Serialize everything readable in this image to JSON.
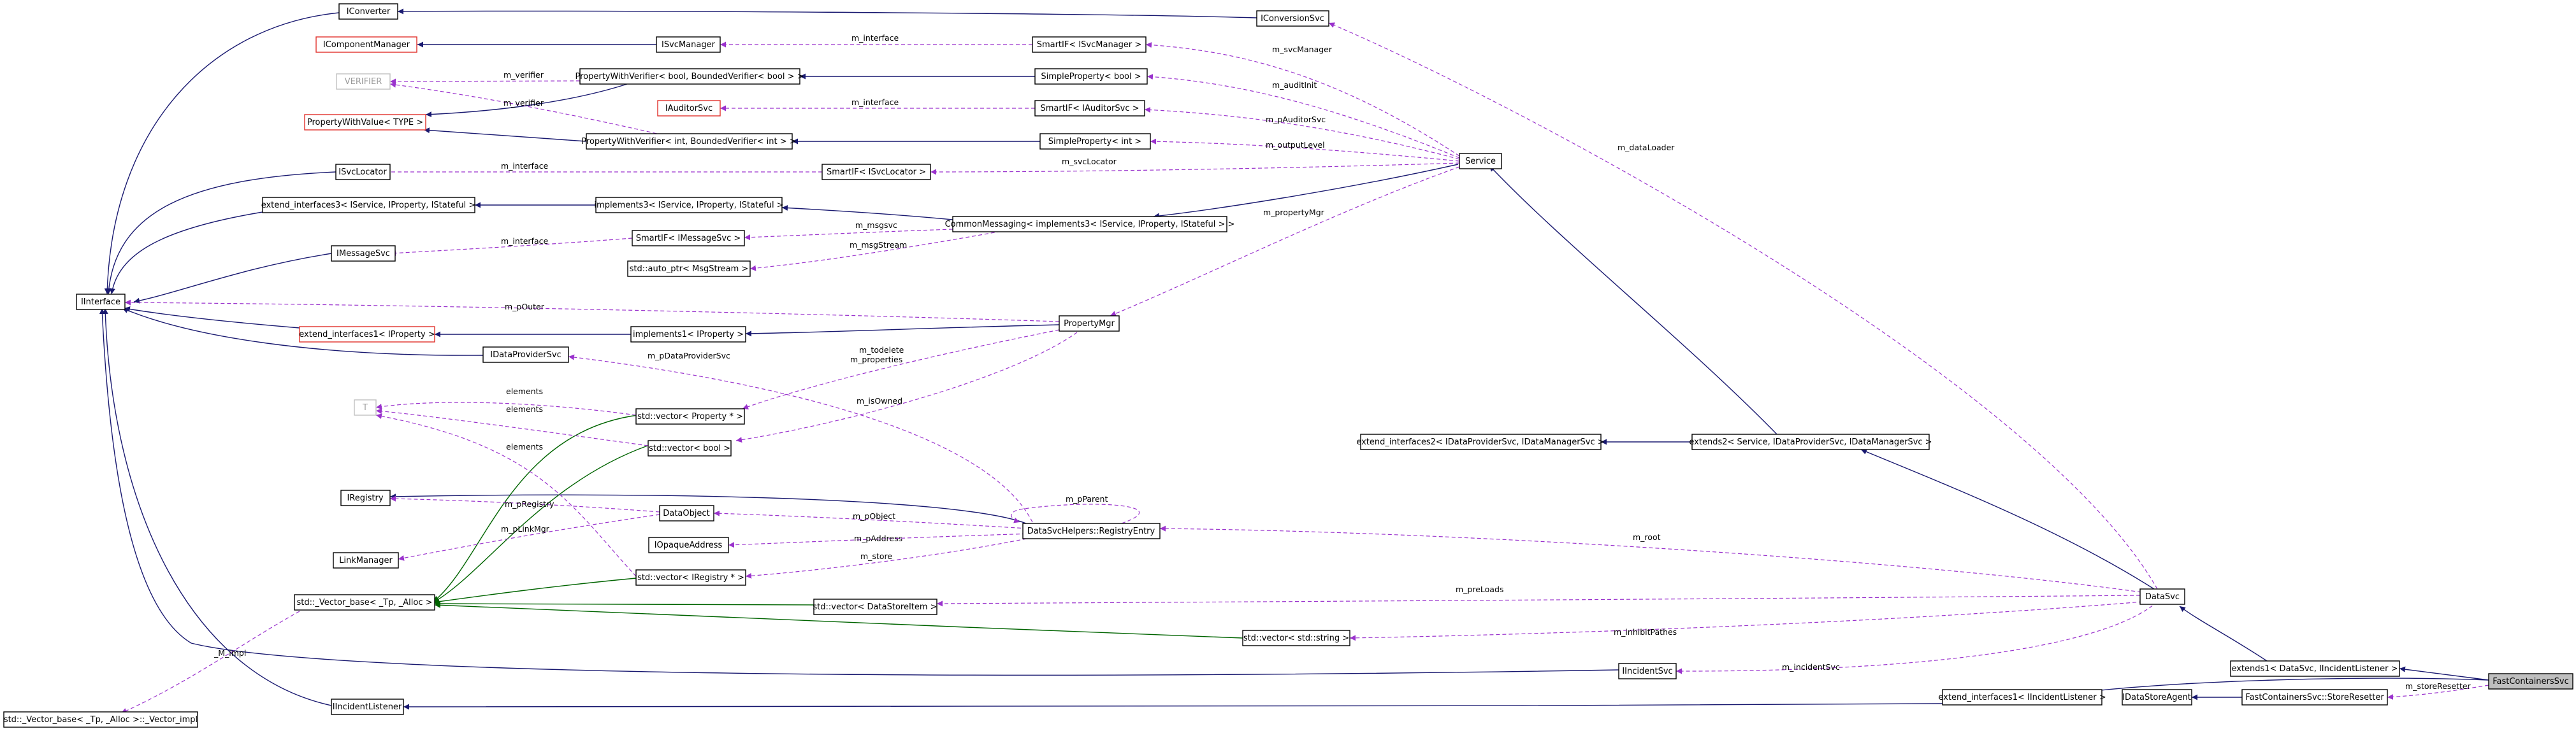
{
  "nodes": {
    "IConverter": "IConverter",
    "IConversionSvc": "IConversionSvc",
    "IComponentManager": "IComponentManager",
    "ISvcManager": "ISvcManager",
    "SmartIF_ISvcManager": "SmartIF< ISvcManager >",
    "VERIFIER": "VERIFIER",
    "PWV_bool": "PropertyWithVerifier< bool, BoundedVerifier< bool > >",
    "SimpleProperty_bool": "SimpleProperty< bool >",
    "PropertyWithValue_TYPE": "PropertyWithValue< TYPE >",
    "IAuditorSvc": "IAuditorSvc",
    "SmartIF_IAuditorSvc": "SmartIF< IAuditorSvc >",
    "PWV_int": "PropertyWithVerifier< int, BoundedVerifier< int > >",
    "SimpleProperty_int": "SimpleProperty< int >",
    "Service": "Service",
    "ISvcLocator": "ISvcLocator",
    "SmartIF_ISvcLocator": "SmartIF< ISvcLocator >",
    "extend_interfaces3": "extend_interfaces3< IService, IProperty, IStateful >",
    "implements3": "implements3< IService, IProperty, IStateful >",
    "CommonMessaging": "CommonMessaging< implements3< IService, IProperty, IStateful > >",
    "IMessageSvc": "IMessageSvc",
    "SmartIF_IMessageSvc": "SmartIF< IMessageSvc >",
    "auto_ptr_MsgStream": "std::auto_ptr< MsgStream >",
    "IInterface": "IInterface",
    "PropertyMgr": "PropertyMgr",
    "extend_interfaces1_IProperty": "extend_interfaces1< IProperty >",
    "implements1_IProperty": "implements1< IProperty >",
    "IDataProviderSvc": "IDataProviderSvc",
    "T": "T",
    "vector_Property": "std::vector< Property * >",
    "vector_bool": "std::vector< bool >",
    "extend_interfaces2": "extend_interfaces2< IDataProviderSvc, IDataManagerSvc >",
    "extends2": "extends2< Service, IDataProviderSvc, IDataManagerSvc >",
    "IRegistry": "IRegistry",
    "DataObject": "DataObject",
    "RegistryEntry": "DataSvcHelpers::RegistryEntry",
    "LinkManager": "LinkManager",
    "IOpaqueAddress": "IOpaqueAddress",
    "vector_IRegistry": "std::vector< IRegistry * >",
    "Vector_base": "std::_Vector_base< _Tp, _Alloc >",
    "vector_DataStoreItem": "std::vector< DataStoreItem >",
    "vector_string": "std::vector< std::string >",
    "DataSvc": "DataSvc",
    "IIncidentSvc": "IIncidentSvc",
    "extends1": "extends1< DataSvc, IIncidentListener >",
    "FastContainersSvc": "FastContainersSvc",
    "Vector_impl": "std::_Vector_base< _Tp, _Alloc >::_Vector_impl",
    "IIncidentListener": "IIncidentListener",
    "extend_interfaces1_IIncidentListener": "extend_interfaces1< IIncidentListener >",
    "IDataStoreAgent": "IDataStoreAgent",
    "StoreResetter": "FastContainersSvc::StoreResetter"
  },
  "edge_labels": {
    "m_interface_1": "m_interface",
    "m_svcManager": "m_svcManager",
    "m_auditInit": "m_auditInit",
    "m_verifier_1": "m_verifier",
    "m_verifier_2": "m_verifier",
    "m_interface_2": "m_interface",
    "m_pAuditorSvc": "m_pAuditorSvc",
    "m_outputLevel": "m_outputLevel",
    "m_interface_3": "m_interface",
    "m_svcLocator": "m_svcLocator",
    "m_msgsvc": "m_msgsvc",
    "m_interface_4": "m_interface",
    "m_msgStream": "m_msgStream",
    "m_propertyMgr": "m_propertyMgr",
    "m_dataLoader": "m_dataLoader",
    "m_pOuter": "m_pOuter",
    "m_pDataProviderSvc": "m_pDataProviderSvc",
    "m_todelete": "m_todelete",
    "m_properties": "m_properties",
    "elements_1": "elements",
    "elements_2": "elements",
    "m_isOwned": "m_isOwned",
    "elements_3": "elements",
    "m_pParent": "m_pParent",
    "m_pRegistry": "m_pRegistry",
    "m_pObject": "m_pObject",
    "m_root": "m_root",
    "m_pLinkMgr": "m_pLinkMgr",
    "m_pAddress": "m_pAddress",
    "m_store": "m_store",
    "m_preLoads": "m_preLoads",
    "m_inhibitPathes": "m_inhibitPathes",
    "M_impl": "_M_impl",
    "m_incidentSvc": "m_incidentSvc",
    "m_storeResetter": "m_storeResetter"
  }
}
